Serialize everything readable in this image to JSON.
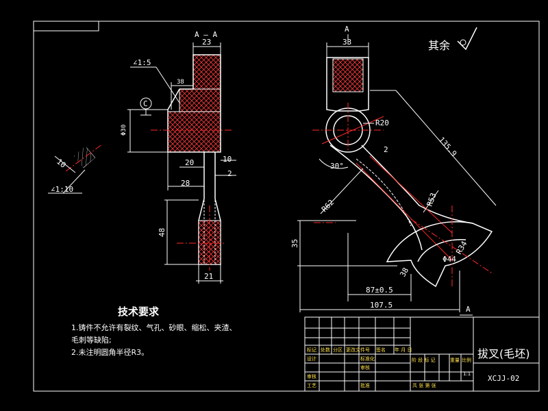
{
  "section": {
    "label": "A — A",
    "taper_top": "∠1:5",
    "taper_bottom": "∠1:10",
    "datum": "C",
    "dims": {
      "top_width": "23",
      "slot": "38",
      "phi": "Φ30",
      "d20": "20",
      "d10_side": "10",
      "d10_right": "10",
      "d2": "2",
      "d28": "28",
      "d48": "48",
      "d21": "21"
    }
  },
  "main_view": {
    "view_mark": "A",
    "view_mark_bottom": "A",
    "dims": {
      "top": "33",
      "r20": "R20",
      "two": "2",
      "angle": "30°",
      "diag": "135.9",
      "r62": "R62",
      "r53": "R53",
      "r34": "R34",
      "phi44": "Φ44",
      "d38": "38",
      "d35": "35",
      "d87": "87±0.5",
      "d107": "107.5"
    }
  },
  "roughness_note": "其余",
  "requirements": {
    "title": "技术要求",
    "line1": "1.铸件不允许有裂纹、气孔、砂眼、缩松、夹渣、",
    "line2": "毛刺等缺陷;",
    "line3": "2.未注明圆角半径R3。"
  },
  "title_block": {
    "part_name": "拔叉(毛坯)",
    "drawing_no": "XCJJ-02",
    "row_labels": [
      "标记",
      "处数",
      "分区",
      "更改文件号",
      "签名",
      "年 月 日"
    ],
    "designer": "设计",
    "standardize": "标准化",
    "review": "审核",
    "process": "工艺",
    "check": "审核",
    "approve": "批准",
    "stage": "阶 段 标 记",
    "weight": "重量",
    "scale": "比例",
    "scale_value": "1:1",
    "sheets": "共   张   第   张"
  },
  "colors": {
    "line": "#ffffff",
    "center": "#ff2a2a",
    "titleblock_text": "#ffe04a",
    "background": "#000000"
  }
}
